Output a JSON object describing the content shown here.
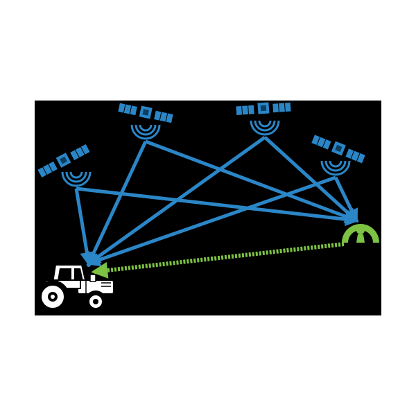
{
  "colors": {
    "background": "#ffffff",
    "panel": "#000000",
    "satellite_blue": "#2b86c7",
    "satellite_dark": "#0d3d61",
    "signal_blue": "#2b86c7",
    "rtk_green": "#7dc242",
    "tractor_white": "#ffffff",
    "tractor_outline": "#000000"
  },
  "icons": {
    "satellite": "satellite-icon",
    "base_station": "rtk-base-station-icon",
    "tractor": "tractor-icon"
  },
  "diagram": {
    "satellites": [
      "sat-1",
      "sat-2",
      "sat-3",
      "sat-4"
    ],
    "links": [
      {
        "from": "sat-1",
        "to": "tractor"
      },
      {
        "from": "sat-1",
        "to": "base"
      },
      {
        "from": "sat-2",
        "to": "tractor"
      },
      {
        "from": "sat-2",
        "to": "base"
      },
      {
        "from": "sat-3",
        "to": "tractor"
      },
      {
        "from": "sat-3",
        "to": "base"
      },
      {
        "from": "sat-4",
        "to": "tractor"
      },
      {
        "from": "sat-4",
        "to": "base"
      }
    ],
    "correction_link": {
      "from": "base",
      "to": "tractor"
    }
  }
}
